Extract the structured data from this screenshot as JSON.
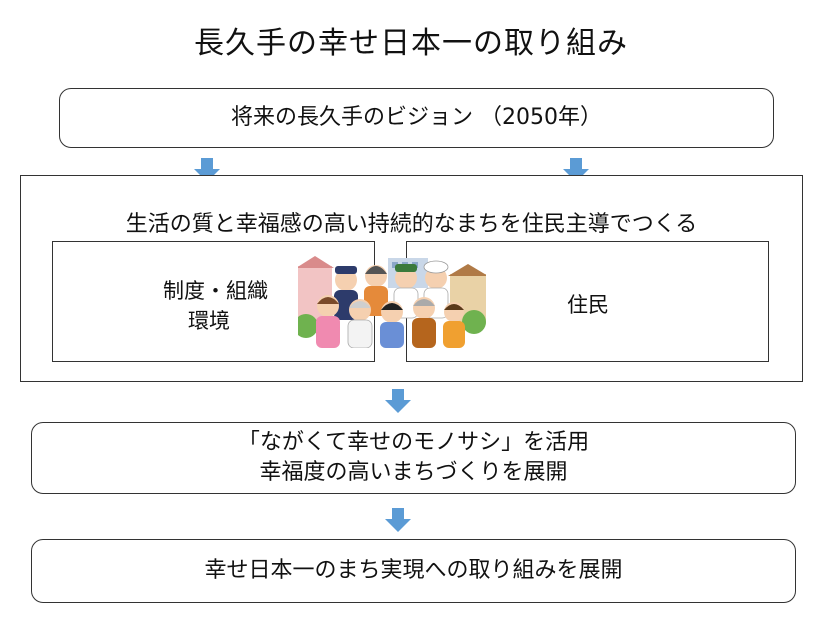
{
  "title": "長久手の幸せ日本一の取り組み",
  "vision": "将来の長久手のビジョン （2050年）",
  "main_goal": "生活の質と幸福感の高い持続的なまちを住民主導でつくる",
  "left_panel": {
    "line1": "制度・組織",
    "line2": "環境"
  },
  "right_panel": {
    "label": "住民"
  },
  "step1": {
    "line1": "「ながくて幸せのモノサシ」を活用",
    "line2": "幸福度の高いまちづくりを展開"
  },
  "step2": "幸せ日本一のまち実現への取り組みを展開",
  "colors": {
    "arrow": "#5b9bd5",
    "border": "#333333"
  },
  "icons": [
    "down-arrow-icon",
    "community-people-illustration"
  ]
}
